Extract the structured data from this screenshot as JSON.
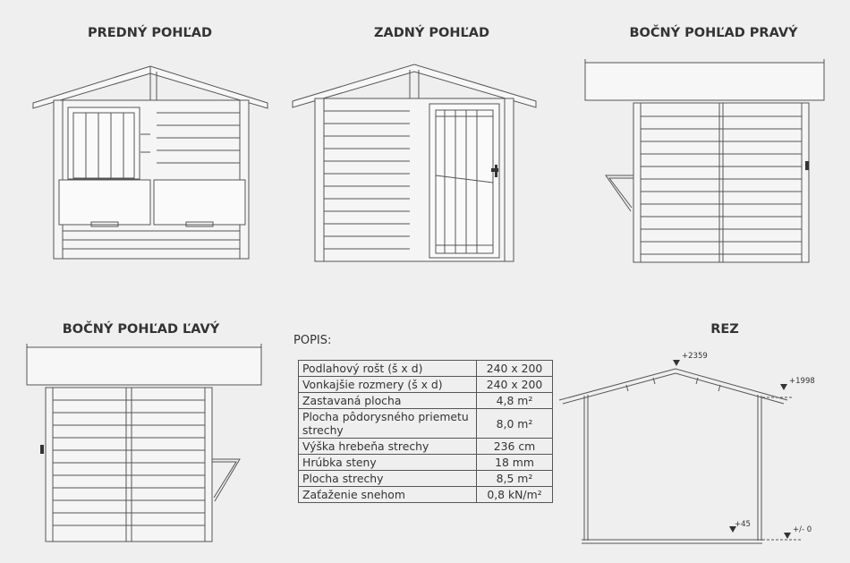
{
  "views": {
    "front": "PREDNÝ POHĽAD",
    "back": "ZADNÝ POHĽAD",
    "side_right": "BOČNÝ POHĽAD PRAVÝ",
    "side_left": "BOČNÝ POHĽAD ĽAVÝ",
    "section": "REZ"
  },
  "spec": {
    "label": "POPIS:",
    "rows": [
      {
        "name": "Podlahový rošt (š x d)",
        "value": "240 x 200"
      },
      {
        "name": "Vonkajšie rozmery (š x d)",
        "value": "240 x 200"
      },
      {
        "name": "Zastavaná plocha",
        "value": "4,8 m²"
      },
      {
        "name": "Plocha pôdorysného priemetu strechy",
        "value": "8,0 m²"
      },
      {
        "name": "Výška hrebeňa strechy",
        "value": "236 cm"
      },
      {
        "name": "Hrúbka steny",
        "value": "18 mm"
      },
      {
        "name": "Plocha strechy",
        "value": "8,5 m²"
      },
      {
        "name": "Zaťaženie snehom",
        "value": "0,8 kN/m²"
      }
    ]
  },
  "levels": {
    "ridge": "+2359",
    "eave": "+1998",
    "floor": "+45",
    "ground": "+/- 0"
  }
}
